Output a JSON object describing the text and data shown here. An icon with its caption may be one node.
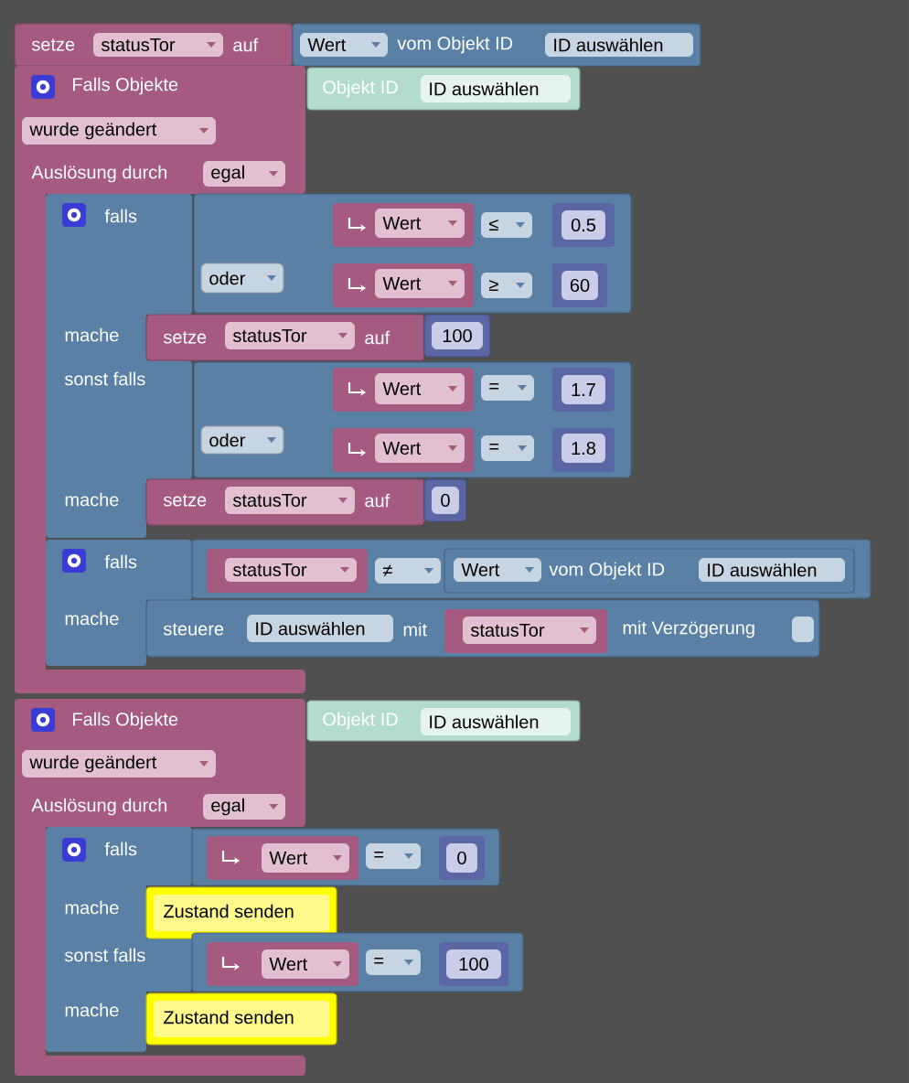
{
  "diagram": {
    "nodes": [
      {
        "text": [
          "setze",
          "auf"
        ]
      },
      {
        "text": [
          "statusTor"
        ],
        "in": 0
      },
      {
        "text": [
          "vom Objekt ID"
        ]
      },
      {
        "text": [
          "Wert"
        ],
        "in": 2
      },
      {
        "text": [
          "ID auswählen"
        ],
        "in": 2
      },
      {
        "text": [
          "Falls Objekte",
          "Auslösung durch"
        ]
      },
      {
        "text": [
          "wurde geändert"
        ],
        "in": 5
      },
      {
        "text": [
          "egal"
        ],
        "in": 5
      },
      {
        "text": [
          "Objekt ID"
        ]
      },
      {
        "text": [
          "ID auswählen"
        ],
        "in": 8
      },
      {
        "text": [
          "falls",
          "mache",
          "sonst falls",
          "mache"
        ],
        "in": 5
      },
      {
        "text": [],
        "shape": "box"
      },
      {
        "text": [
          "oder"
        ]
      },
      {
        "text": [],
        "shape": "box",
        "in": 11
      },
      {
        "text": [
          "Wert"
        ],
        "in": 13
      },
      {
        "text": [
          "≤"
        ],
        "in": 11
      },
      {
        "text": [],
        "shape": "box",
        "in": 11
      },
      {
        "text": [
          "0.5"
        ],
        "in": 16
      },
      {
        "text": [],
        "shape": "box",
        "in": 11
      },
      {
        "text": [
          "Wert"
        ],
        "in": 18
      },
      {
        "text": [
          "≥"
        ],
        "in": 11
      },
      {
        "text": [],
        "shape": "box",
        "in": 11
      },
      {
        "text": [
          "60"
        ],
        "in": 21
      },
      {
        "text": [
          "setze",
          "auf"
        ]
      },
      {
        "text": [
          "statusTor"
        ],
        "in": 23
      },
      {
        "text": [],
        "shape": "box"
      },
      {
        "text": [
          "100"
        ],
        "in": 25
      },
      {
        "text": [],
        "shape": "box"
      },
      {
        "text": [
          "oder"
        ]
      },
      {
        "text": [],
        "shape": "box",
        "in": 27
      },
      {
        "text": [
          "Wert"
        ],
        "in": 29
      },
      {
        "text": [
          "="
        ],
        "in": 27
      },
      {
        "text": [],
        "shape": "box",
        "in": 27
      },
      {
        "text": [
          "1.7"
        ],
        "in": 32
      },
      {
        "text": [],
        "shape": "box",
        "in": 27
      },
      {
        "text": [
          "Wert"
        ],
        "in": 34
      },
      {
        "text": [
          "="
        ],
        "in": 27
      },
      {
        "text": [],
        "shape": "box",
        "in": 27
      },
      {
        "text": [
          "1.8"
        ],
        "in": 37
      },
      {
        "text": [
          "setze",
          "auf"
        ]
      },
      {
        "text": [
          "statusTor"
        ],
        "in": 39
      },
      {
        "text": [],
        "shape": "box"
      },
      {
        "text": [
          "0"
        ],
        "in": 41
      },
      {
        "text": [
          "falls",
          "mache"
        ],
        "in": 5
      },
      {
        "text": [],
        "shape": "box"
      },
      {
        "text": [],
        "shape": "box",
        "in": 44
      },
      {
        "text": [
          "statusTor"
        ],
        "in": 45
      },
      {
        "text": [
          "≠"
        ],
        "in": 44
      },
      {
        "text": [
          "vom Objekt ID"
        ],
        "in": 44
      },
      {
        "text": [
          "Wert"
        ],
        "in": 48
      },
      {
        "text": [
          "ID auswählen"
        ],
        "in": 48
      },
      {
        "text": [
          "steuere",
          "mit",
          "mit Verzögerung"
        ]
      },
      {
        "text": [
          "ID auswählen"
        ],
        "in": 51
      },
      {
        "text": [],
        "shape": "box",
        "in": 51
      },
      {
        "text": [
          "statusTor"
        ],
        "in": 53
      },
      {
        "text": [],
        "shape": "box",
        "in": 51
      },
      {
        "text": [
          "Falls Objekte",
          "Auslösung durch"
        ]
      },
      {
        "text": [
          "wurde geändert"
        ],
        "in": 56
      },
      {
        "text": [
          "egal"
        ],
        "in": 56
      },
      {
        "text": [
          "Objekt ID"
        ]
      },
      {
        "text": [
          "ID auswählen"
        ],
        "in": 59
      },
      {
        "text": [
          "falls",
          "mache",
          "sonst falls",
          "mache"
        ],
        "in": 56
      },
      {
        "text": [],
        "shape": "box"
      },
      {
        "text": [],
        "shape": "box",
        "in": 62
      },
      {
        "text": [
          "Wert"
        ],
        "in": 63
      },
      {
        "text": [
          "="
        ],
        "in": 62
      },
      {
        "text": [],
        "shape": "box",
        "in": 62
      },
      {
        "text": [
          "0"
        ],
        "in": 66
      },
      {
        "text": [
          "Zustand senden"
        ]
      },
      {
        "text": [],
        "shape": "box"
      },
      {
        "text": [],
        "shape": "box",
        "in": 69
      },
      {
        "text": [
          "Wert"
        ],
        "in": 70
      },
      {
        "text": [
          "="
        ],
        "in": 69
      },
      {
        "text": [],
        "shape": "box",
        "in": 69
      },
      {
        "text": [
          "100"
        ],
        "in": 73
      },
      {
        "text": [
          "Zustand senden"
        ]
      }
    ]
  }
}
